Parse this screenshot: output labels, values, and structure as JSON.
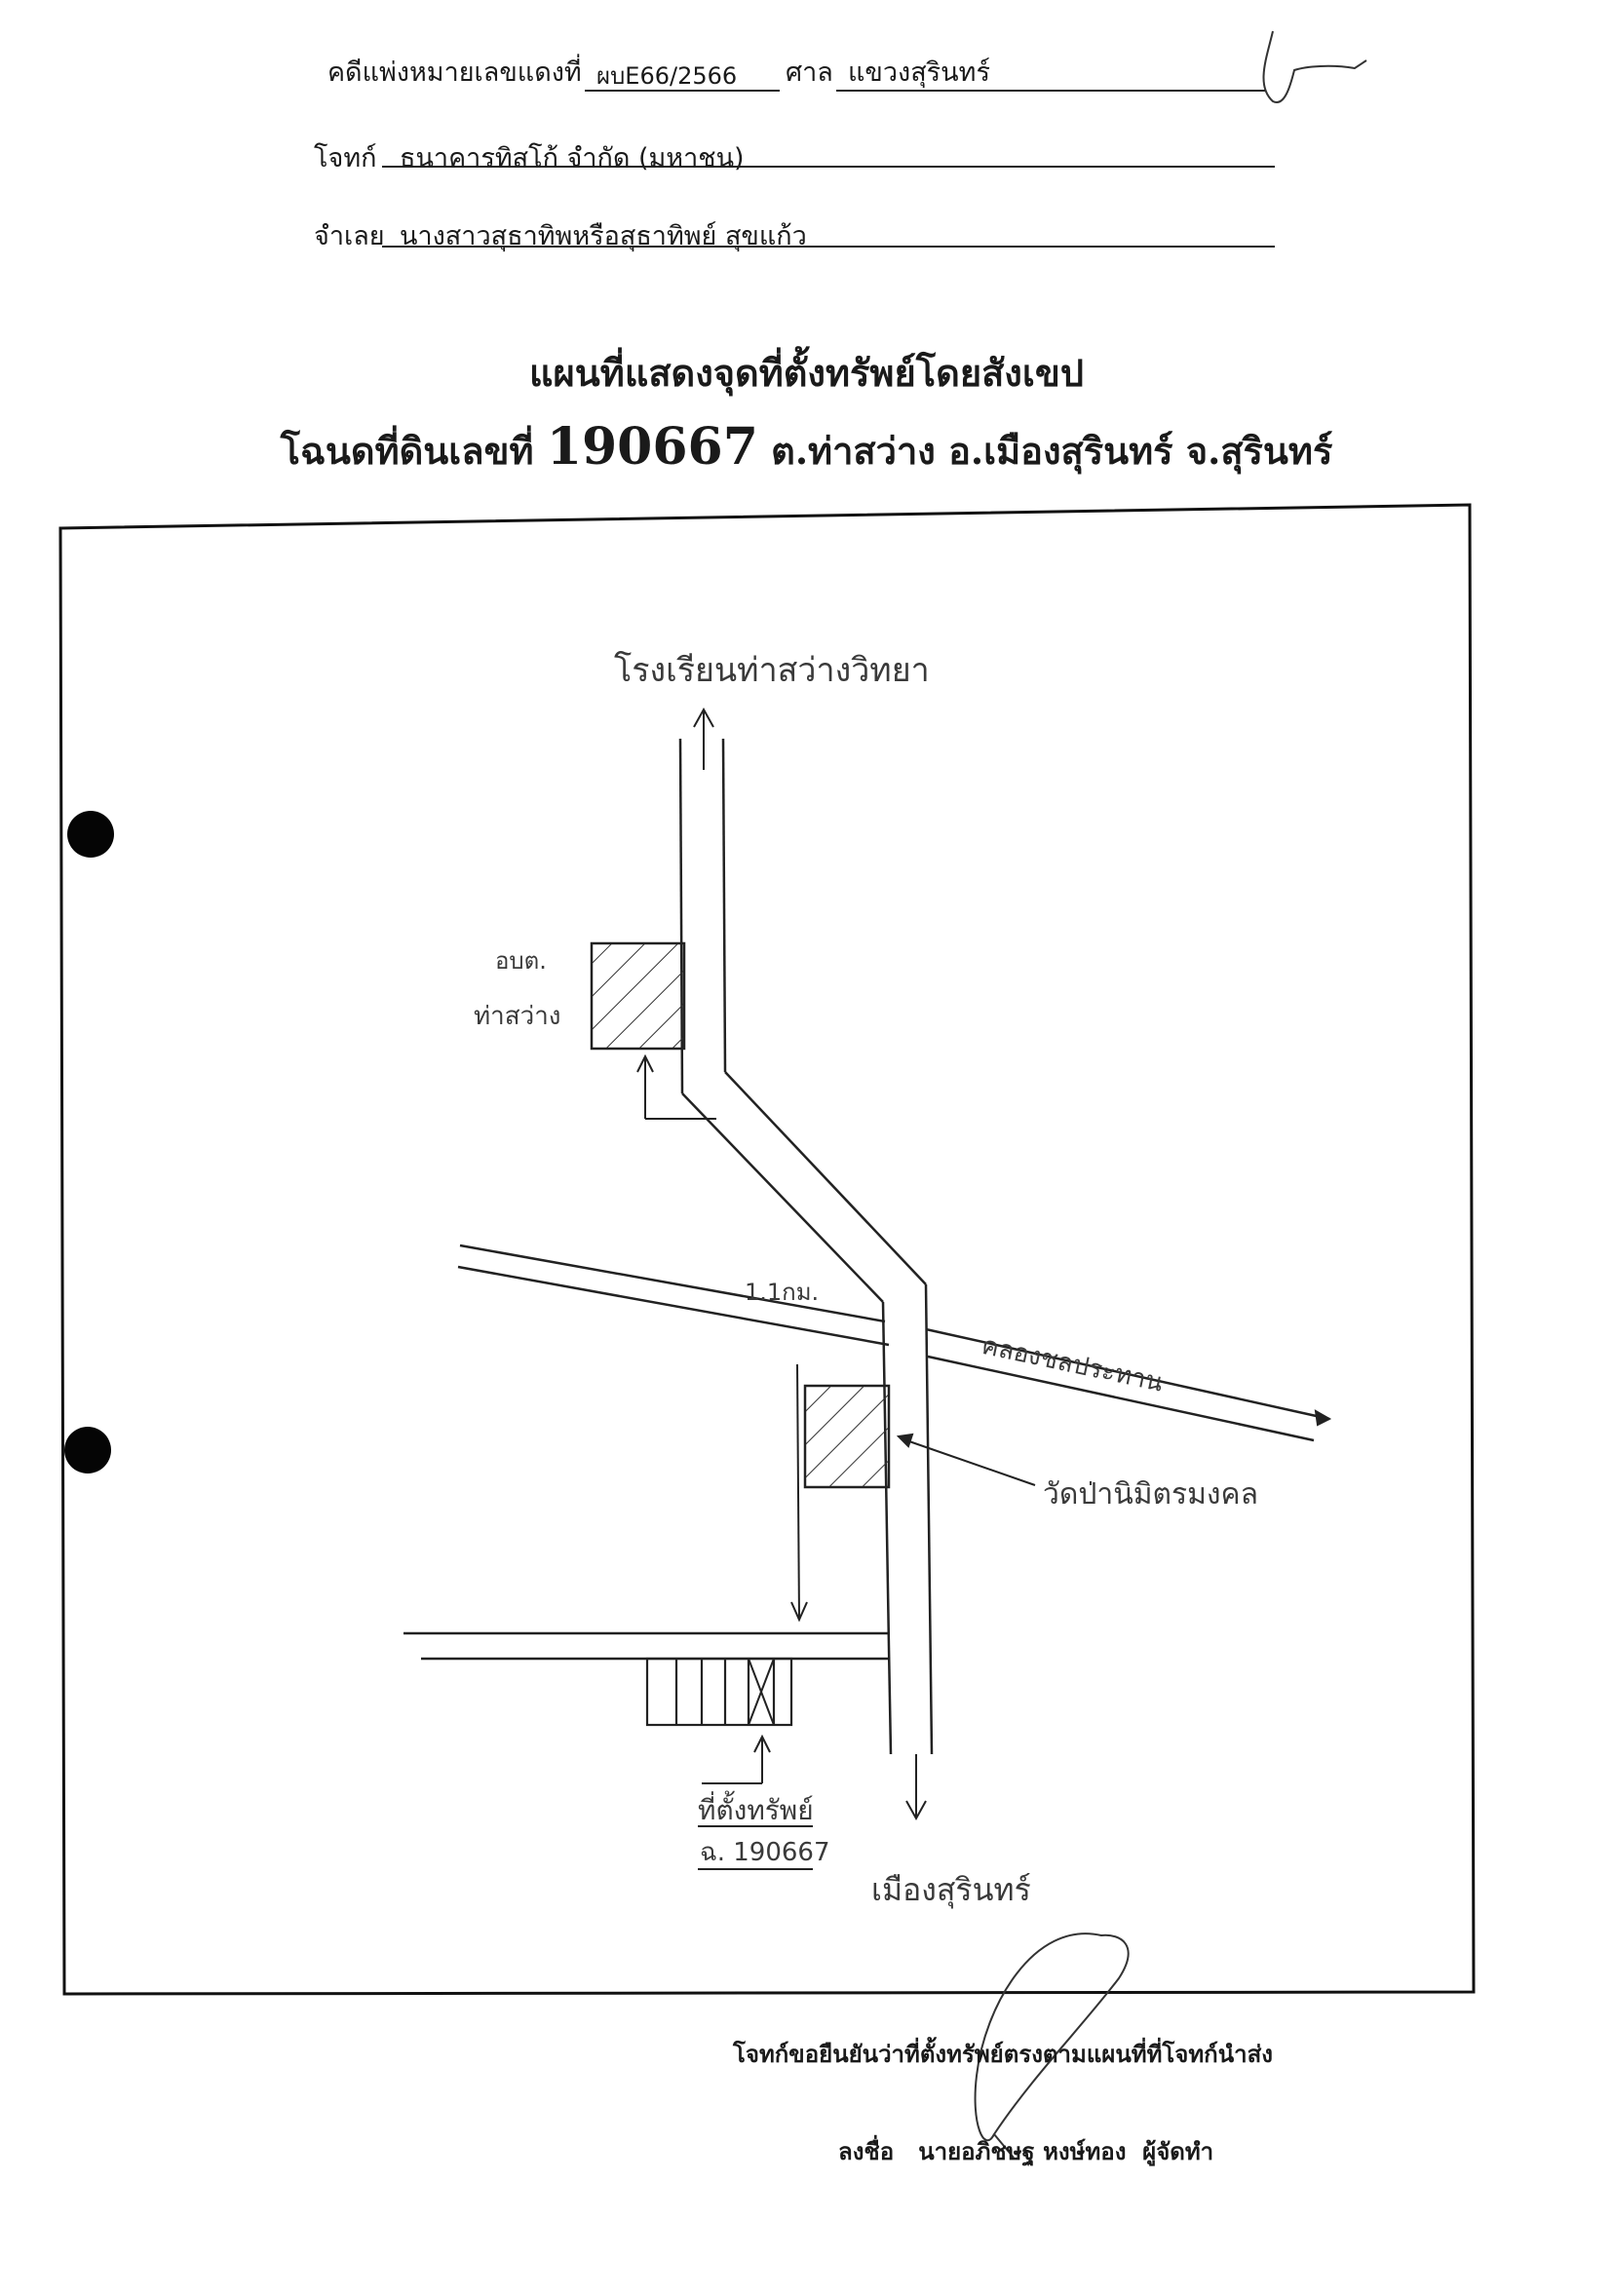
{
  "header": {
    "case_label": "คดีแพ่งหมายเลขแดงที่",
    "case_number": "ผบE66/2566",
    "court_label": "ศาล",
    "court_name": "แขวงสุรินทร์",
    "plaintiff_label": "โจทก์",
    "plaintiff_name": "ธนาคารทิสโก้ จำกัด (มหาชน)",
    "defendant_label": "จำเลย",
    "defendant_name": "นางสาวสุธาทิพหรือสุธาทิพย์ สุขแก้ว"
  },
  "title": {
    "line1": "แผนที่แสดงจุดที่ตั้งทรัพย์โดยสังเขป",
    "line2_prefix": "โฉนดที่ดินเลขที่",
    "deed_number": "190667",
    "line2_suffix": "ต.ท่าสว่าง อ.เมืองสุรินทร์ จ.สุรินทร์"
  },
  "map": {
    "labels": {
      "school": "โรงเรียนท่าสว่างวิทยา",
      "sao_line1": "อบต.",
      "sao_line2": "ท่าสว่าง",
      "distance": "1.1กม.",
      "canal": "คลองชลประทาน",
      "temple": "วัดป่านิมิตรมงคล",
      "property_line1": "ที่ตั้งทรัพย์",
      "property_line2": "ฉ. 190667",
      "city": "เมืองสุรินทร์"
    },
    "icons": {
      "school": "arrow-up-icon",
      "city": "arrow-down-icon",
      "property": "hatched-parcel-icon"
    }
  },
  "footer": {
    "confirm_text": "โจทก์ขอยืนยันว่าที่ตั้งทรัพย์ตรงตามแผนที่ที่โจทก์นำส่ง",
    "sign_label": "ลงชื่อ",
    "signer": "นายอภิชษฐ หงษ์ทอง",
    "role": "ผู้จัดทำ"
  }
}
